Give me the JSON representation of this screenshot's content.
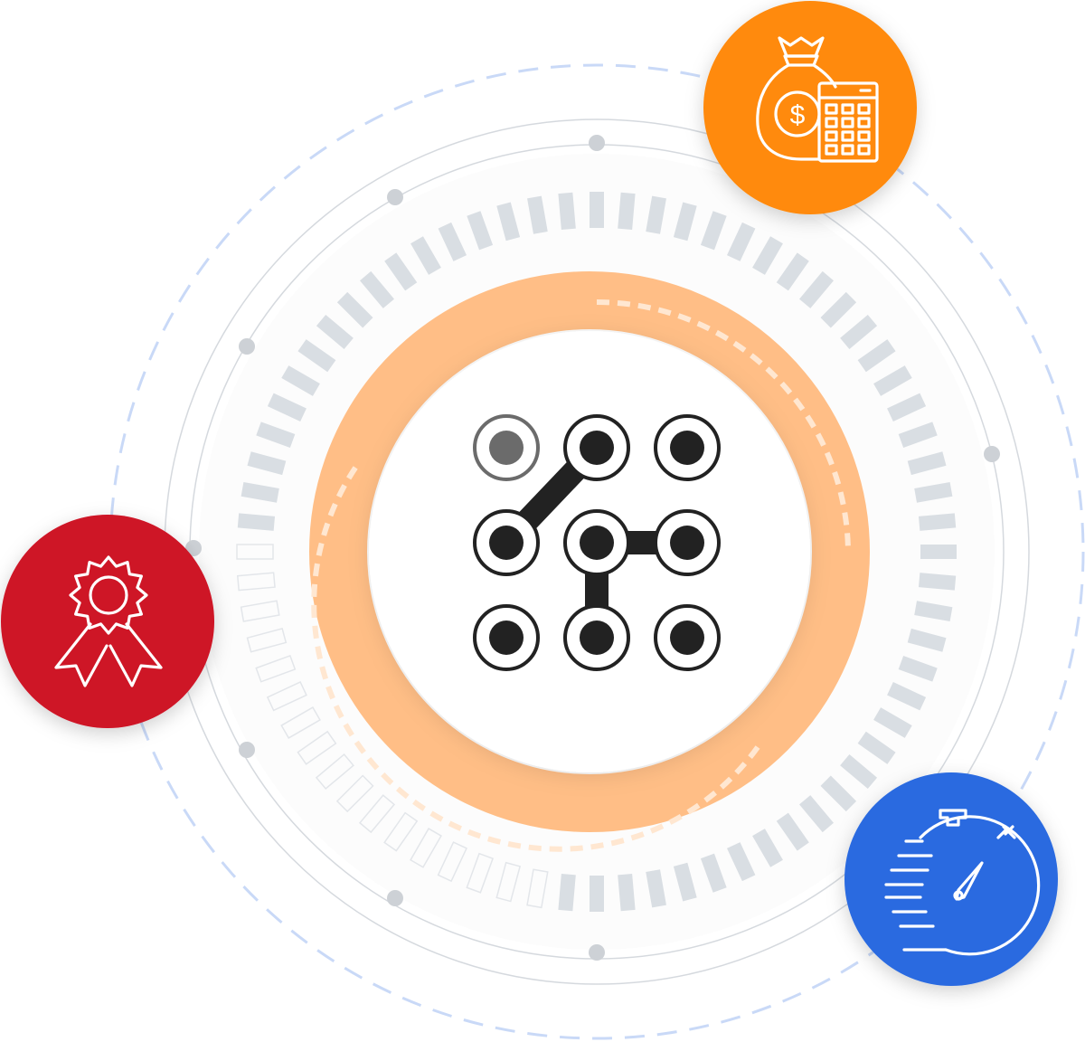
{
  "diagram": {
    "center_icon": "pattern-lock-icon",
    "pattern": {
      "dots": 9,
      "path": [
        [
          1,
          0
        ],
        [
          0,
          1
        ]
      ],
      "path2": [
        [
          1,
          1
        ],
        [
          2,
          1
        ]
      ],
      "path3": [
        [
          1,
          1
        ],
        [
          1,
          2
        ]
      ],
      "dim_dot": [
        0,
        0
      ]
    },
    "badges": [
      {
        "icon": "money-bag-calculator-icon",
        "color": "#FF8A0E",
        "position": "top-right"
      },
      {
        "icon": "award-ribbon-icon",
        "color": "#CE1226",
        "position": "left"
      },
      {
        "icon": "stopwatch-icon",
        "color": "#2B6BE0",
        "position": "bottom-right"
      }
    ],
    "colors": {
      "orange_ring": "#FFBE86",
      "dashed_orbit": "#C9D9F7",
      "thin_orbit": "#D5D9DE",
      "tick_ring": "#D9DEE3",
      "dot_dark": "#222222",
      "dot_dim": "#6B6B6B"
    }
  }
}
